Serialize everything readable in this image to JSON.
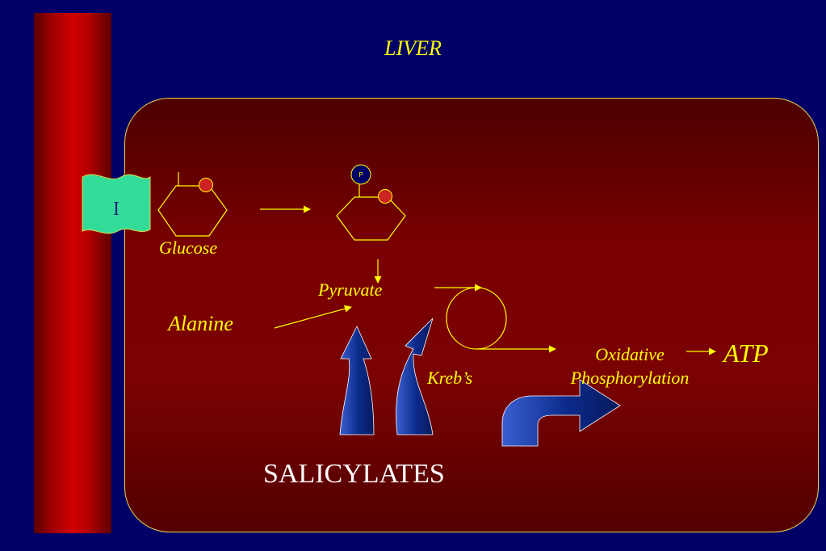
{
  "title": "LIVER",
  "transporter": {
    "label": "I"
  },
  "molecules": {
    "glucose": "Glucose",
    "phosphate": "P",
    "pyruvate": "Pyruvate",
    "alanine": "Alanine"
  },
  "cycle": {
    "label": "Kreb’s"
  },
  "oxidative": {
    "line1": "Oxidative",
    "line2": "Phosphorylation"
  },
  "atp": "ATP",
  "drug": "SALICYLATES",
  "colors": {
    "background": "#000066",
    "vessel": "#d00000",
    "liver": "#7a0000",
    "outline": "#e8d44a",
    "label": "#ffff00",
    "transporter": "#33dd99",
    "arrow_fill": "#0b2a8a",
    "ring_dot": "#cc2222",
    "phosphate_circle": "#000066"
  }
}
